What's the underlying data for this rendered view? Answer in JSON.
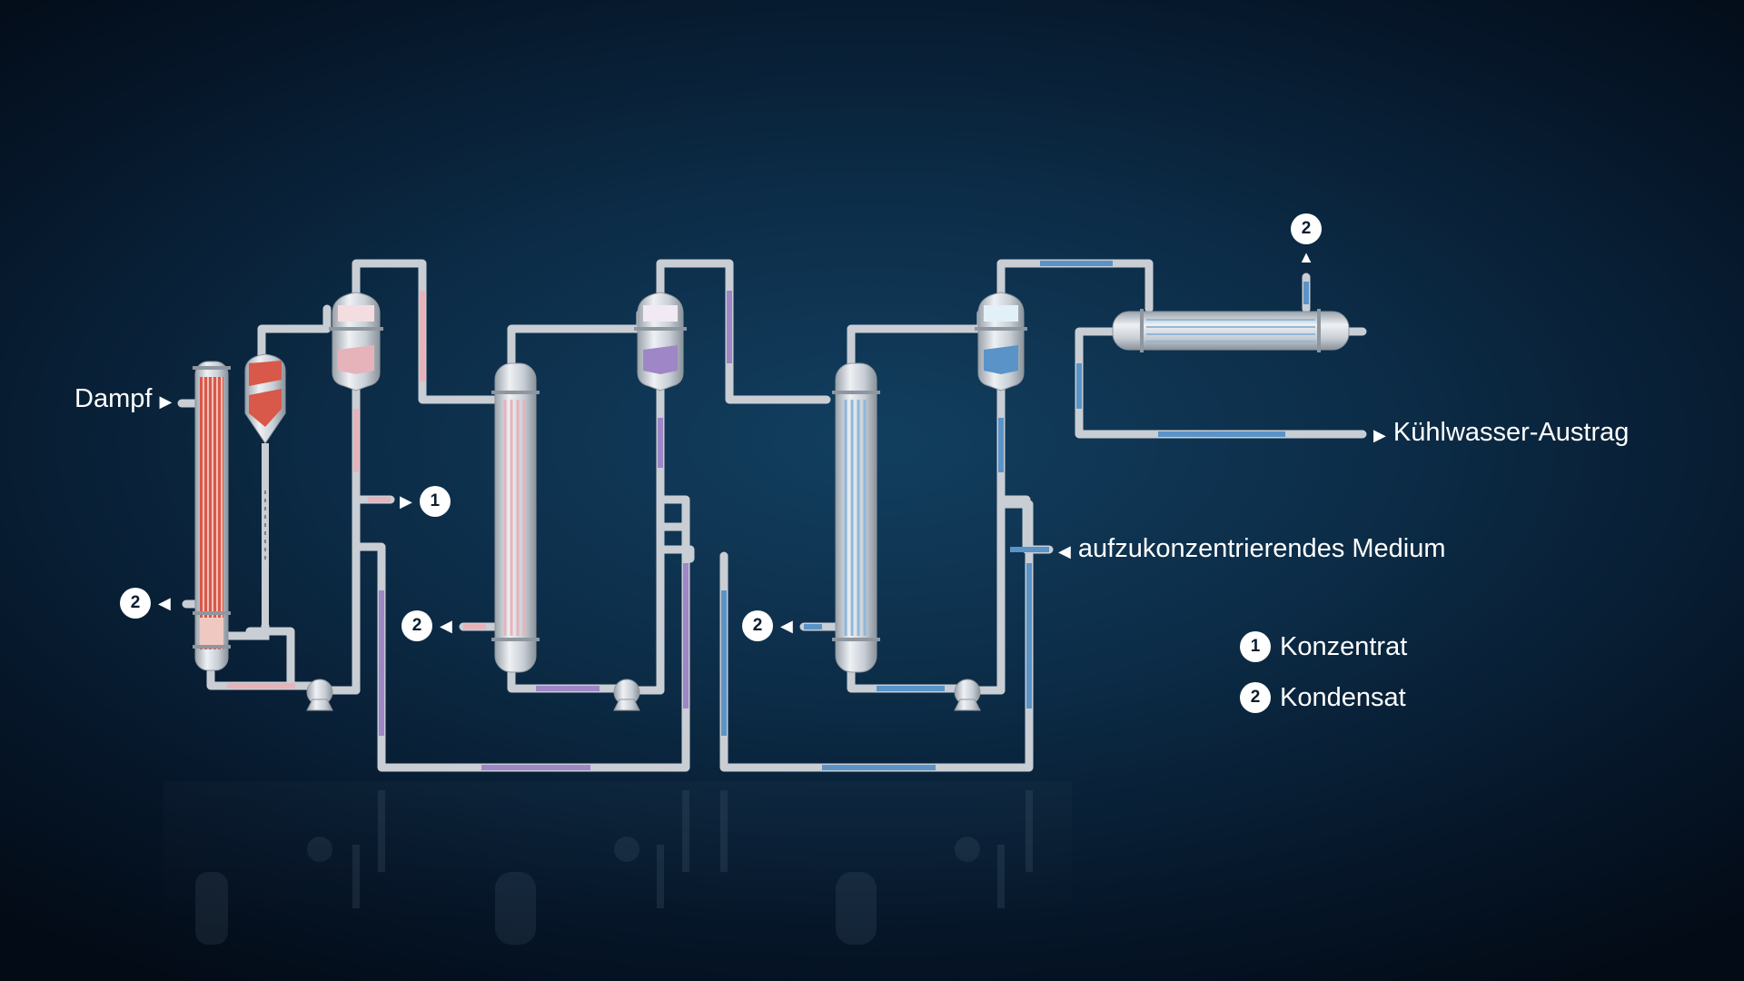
{
  "labels": {
    "steam_in": "Dampf",
    "cooling_water_out": "Kühlwasser-Austrag",
    "feed_in": "aufzukonzentrierendes Medium"
  },
  "badges": {
    "one": "1",
    "two": "2"
  },
  "legend": [
    {
      "number": "1",
      "text": "Konzentrat"
    },
    {
      "number": "2",
      "text": "Kondensat"
    }
  ],
  "colors": {
    "pipe": "#c9ced4",
    "effect1": "#d8584a",
    "effect2": "#e7b3bb",
    "effect3": "#9f86c6",
    "cooling": "#5a93c8"
  }
}
